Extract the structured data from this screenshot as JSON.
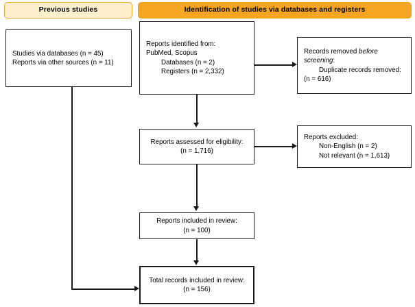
{
  "headers": {
    "previous": "Previous studies",
    "identification": "Identification of studies via databases and registers",
    "previous_bg": "#FCEFCB",
    "previous_border": "#F0A830",
    "identification_bg": "#F4A522",
    "identification_border": "#F0A010"
  },
  "boxes": {
    "previous_studies": {
      "line1": "Studies via databases (n = 45)",
      "line2": "Reports via other sources (n = 11)"
    },
    "identified": {
      "line1": "Reports identified from:",
      "line2": "PubMed, Scopus",
      "line3": "Databases (n = 2)",
      "line4": "Registers (n = 2,332)"
    },
    "removed_before_screening": {
      "line1a": "Records removed ",
      "line1b": "before",
      "line2a": "screening",
      "line2b": ":",
      "line3": "Duplicate records removed:",
      "line4": "(n = 616)"
    },
    "assessed_eligibility": {
      "line1": "Reports assessed for eligibility:",
      "line2": "(n = 1,716)"
    },
    "excluded": {
      "line1": "Reports excluded:",
      "line2": "Non-English (n = 2)",
      "line3": "Not relevant (n = 1,613)"
    },
    "included_review": {
      "line1": "Reports included in review:",
      "line2": "(n = 100)"
    },
    "total_included": {
      "line1": "Total records included in review:",
      "line2": "(n = 156)"
    }
  },
  "chart_data": {
    "type": "diagram",
    "title": "PRISMA flow diagram",
    "nodes": [
      {
        "id": "previous_studies",
        "column": "previous",
        "label": "Studies via databases (n = 45); Reports via other sources (n = 11)",
        "counts": {
          "studies_via_databases": 45,
          "reports_via_other_sources": 11
        }
      },
      {
        "id": "identified",
        "column": "identification",
        "label": "Reports identified from: PubMed, Scopus",
        "counts": {
          "databases": 2,
          "registers": 2332
        }
      },
      {
        "id": "removed_before_screening",
        "column": "identification",
        "label": "Records removed before screening: Duplicate records removed",
        "counts": {
          "duplicate_records_removed": 616
        }
      },
      {
        "id": "assessed_eligibility",
        "column": "identification",
        "label": "Reports assessed for eligibility",
        "counts": {
          "n": 1716
        }
      },
      {
        "id": "excluded",
        "column": "identification",
        "label": "Reports excluded",
        "counts": {
          "non_english": 2,
          "not_relevant": 1613
        }
      },
      {
        "id": "included_review",
        "column": "identification",
        "label": "Reports included in review",
        "counts": {
          "n": 100
        }
      },
      {
        "id": "total_included",
        "column": "identification",
        "label": "Total records included in review",
        "counts": {
          "n": 156
        }
      }
    ],
    "edges": [
      {
        "from": "identified",
        "to": "removed_before_screening",
        "direction": "right"
      },
      {
        "from": "identified",
        "to": "assessed_eligibility",
        "direction": "down"
      },
      {
        "from": "assessed_eligibility",
        "to": "excluded",
        "direction": "right"
      },
      {
        "from": "assessed_eligibility",
        "to": "included_review",
        "direction": "down"
      },
      {
        "from": "included_review",
        "to": "total_included",
        "direction": "down"
      },
      {
        "from": "previous_studies",
        "to": "total_included",
        "direction": "down-right"
      }
    ]
  }
}
